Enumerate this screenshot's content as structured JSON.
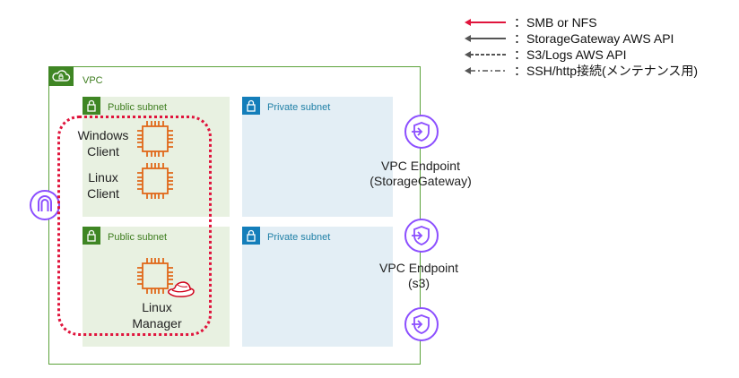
{
  "legend": {
    "items": [
      {
        "text": "：SMB or NFS",
        "style": "solid",
        "color": "#e0143c"
      },
      {
        "text": "：StorageGateway AWS API",
        "style": "solid",
        "color": "#555555"
      },
      {
        "text": "：S3/Logs AWS API",
        "style": "dashed",
        "color": "#555555"
      },
      {
        "text": "：SSH/http接続(メンテナンス用)",
        "style": "dashdot",
        "color": "#555555"
      }
    ]
  },
  "vpc": {
    "label": "VPC"
  },
  "subnets": {
    "public_top": "Public subnet",
    "private_top": "Private subnet",
    "public_bottom": "Public subnet",
    "private_bottom": "Private subnet"
  },
  "instances": {
    "windows": "Windows\nClient",
    "linux_client": "Linux\nClient",
    "linux_manager": "Linux\nManager"
  },
  "endpoints": {
    "storage_gateway": "VPC Endpoint\n(StorageGateway)",
    "s3": "VPC Endpoint\n(s3)"
  },
  "colors": {
    "vpc_border": "#5ba23a",
    "public_bg": "#e8f1e1",
    "private_bg": "#e3eef5",
    "ec2": "#e0681a",
    "endpoint": "#8c4fff",
    "cluster_border": "#e0143c"
  }
}
